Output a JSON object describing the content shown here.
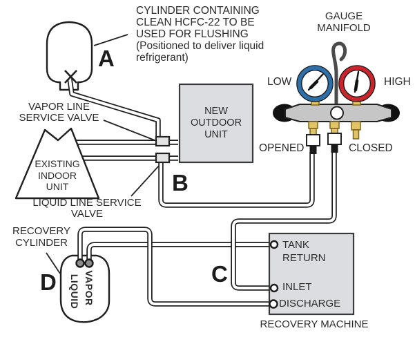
{
  "diagram_title": "Refrigerant flushing setup diagram",
  "colors": {
    "line": "#1f1f1f",
    "unit_box_fill": "#dcdde0",
    "low_gauge_ring": "#2d6fa8",
    "high_gauge_ring": "#c8252c",
    "brass": "#e2c467",
    "hook_gray": "#4a4a4a",
    "manifold_body": "#c6c6c6",
    "text": "#2b2b2b"
  },
  "labels": {
    "cylinder_note": "CYLINDER CONTAINING\nCLEAN HCFC-22 TO BE\nUSED FOR FLUSHING\n(Positioned to deliver liquid\nrefrigerant)",
    "gauge_manifold": "GAUGE\nMANIFOLD",
    "low": "LOW",
    "high": "HIGH",
    "opened": "OPENED",
    "closed": "CLOSED",
    "vapor_line_valve": "VAPOR LINE\nSERVICE VALVE",
    "existing_indoor_unit": "EXISTING\nINDOOR\nUNIT",
    "liquid_line_valve": "LIQUID LINE SERVICE\nVALVE",
    "new_outdoor_unit": "NEW\nOUTDOOR\nUNIT",
    "recovery_cylinder": "RECOVERY\nCYLINDER",
    "liquid": "LIQUID",
    "vapor": "VAPOR",
    "tank_return": "TANK\nRETURN",
    "inlet": "INLET",
    "discharge": "DISCHARGE",
    "recovery_machine": "RECOVERY MACHINE",
    "ref_a": "A",
    "ref_b": "B",
    "ref_c": "C",
    "ref_d": "D"
  }
}
